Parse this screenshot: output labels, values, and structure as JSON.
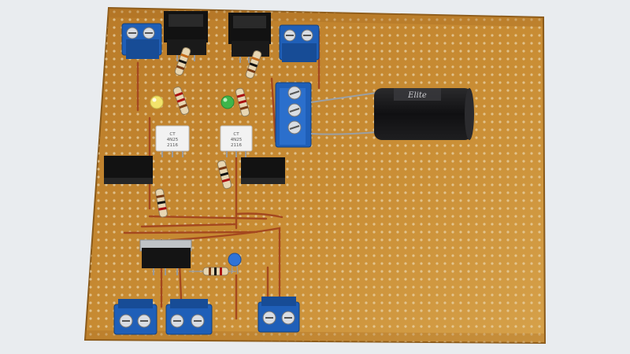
{
  "photo": {
    "colors": {
      "background": "#e9ecef",
      "board": "#c9892f",
      "board_edge": "#8a5a1a",
      "terminal_blue": "#1f5fb8",
      "capacitor": "#1c1c1e",
      "wire_copper": "#a4481f",
      "optocoupler": "#f2f2f2",
      "relay_black": "#121212",
      "resistor_body": "#e7d6b2",
      "led_yellow": "#f2e36b",
      "led_green": "#3db54a",
      "cap_blue": "#2f73d6"
    },
    "labels": {
      "optocoupler_1": [
        "CT",
        "4N25",
        "2116"
      ],
      "optocoupler_2": [
        "CT",
        "4N25",
        "2116"
      ],
      "capacitor_brand": "Elite"
    }
  }
}
